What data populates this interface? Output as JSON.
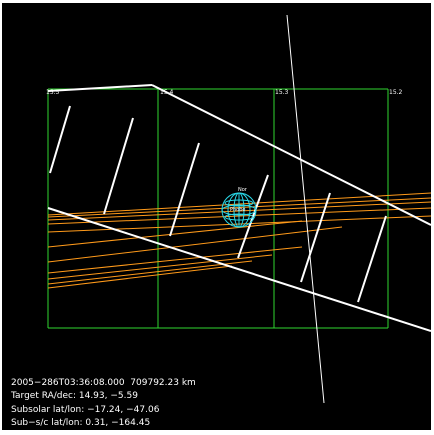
{
  "ra_ticks": [
    "15.5",
    "15.4",
    "15.3",
    "15.2"
  ],
  "body_labels": {
    "north": "Nor",
    "body": "Phobe"
  },
  "info": {
    "line1": "2005−286T03:36:08.000  709792.23 km",
    "line2": "Target RA/dec: 14.93, −5.59",
    "line3": "Subsolar lat/lon: −17.24, −47.06",
    "line4": "Sub−s/c lat/lon: 0.31, −164.45"
  },
  "colors": {
    "background": "#000000",
    "grid": "#2fd62f",
    "fov": "#ffffff",
    "orbits": "#ff9a1a",
    "globe": "#29d8e8",
    "text": "#ffffff"
  },
  "icons": [
    "target-globe-icon"
  ]
}
